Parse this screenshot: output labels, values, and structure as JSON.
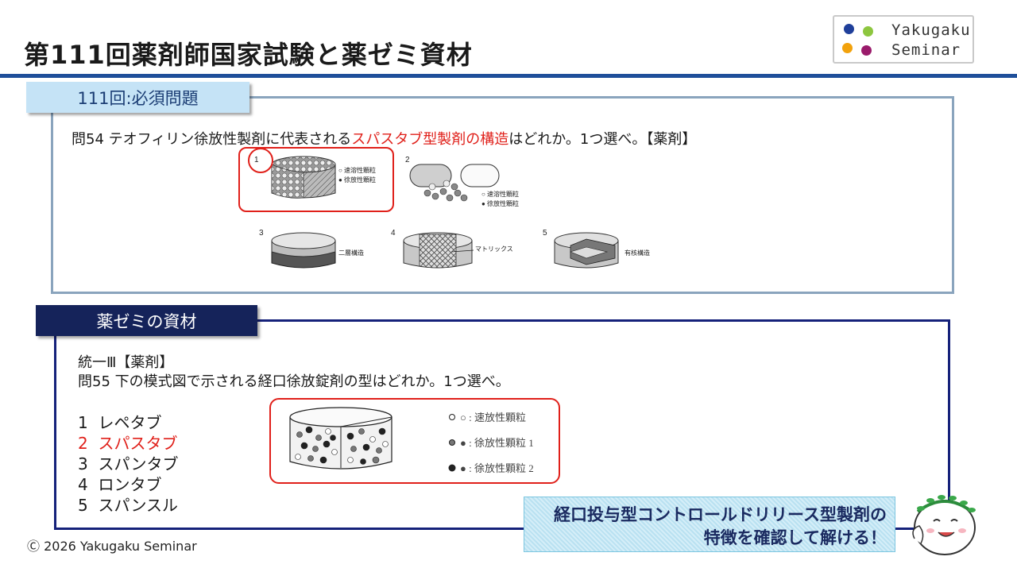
{
  "header": {
    "title": "第111回薬剤師国家試験と薬ゼミ資材",
    "logo": {
      "line1": "Yakugaku",
      "line2": "Seminar",
      "dot_colors": [
        "#1f3f9a",
        "#8dc63f",
        "#f2a20c",
        "#9a1b6b"
      ]
    }
  },
  "section1": {
    "tab_label": "111回:必須問題",
    "question_prefix": "問54 テオフィリン徐放性製剤に代表される",
    "question_highlight": "スパスタブ型製剤の構造",
    "question_suffix": "はどれか。1つ選べ。【薬剤】",
    "figure": {
      "items": [
        {
          "num": "1",
          "labels": [
            "○ 速溶性顆粒",
            "● 徐放性顆粒"
          ]
        },
        {
          "num": "2",
          "labels": [
            "○ 速溶性顆粒",
            "● 徐放性顆粒"
          ]
        },
        {
          "num": "3",
          "labels": [
            "二層構造"
          ]
        },
        {
          "num": "4",
          "labels": [
            "マトリックス"
          ]
        },
        {
          "num": "5",
          "labels": [
            "有核構造"
          ]
        }
      ]
    }
  },
  "section2": {
    "tab_label": "薬ゼミの資材",
    "line1": "統一Ⅲ【薬剤】",
    "line2": "問55 下の模式図で示される経口徐放錠剤の型はどれか。1つ選べ。",
    "options": [
      {
        "num": "1",
        "label": "レペタブ",
        "highlight": false
      },
      {
        "num": "2",
        "label": "スパスタブ",
        "highlight": true
      },
      {
        "num": "3",
        "label": "スパンタブ",
        "highlight": false
      },
      {
        "num": "4",
        "label": "ロンタブ",
        "highlight": false
      },
      {
        "num": "5",
        "label": "スパンスル",
        "highlight": false
      }
    ],
    "legend": [
      "○ : 速放性顆粒",
      "● : 徐放性顆粒 1",
      "● : 徐放性顆粒 2"
    ]
  },
  "banner": {
    "line1": "経口投与型コントロールドリリース型製剤の",
    "line2": "特徴を確認して解ける！"
  },
  "footer": {
    "copyright": "Ⓒ 2026 Yakugaku Seminar"
  },
  "colors": {
    "accent_red": "#e0201a",
    "rule_blue": "#1f4f9a",
    "navy": "#15235a",
    "light_blue": "#c5e3f6"
  }
}
